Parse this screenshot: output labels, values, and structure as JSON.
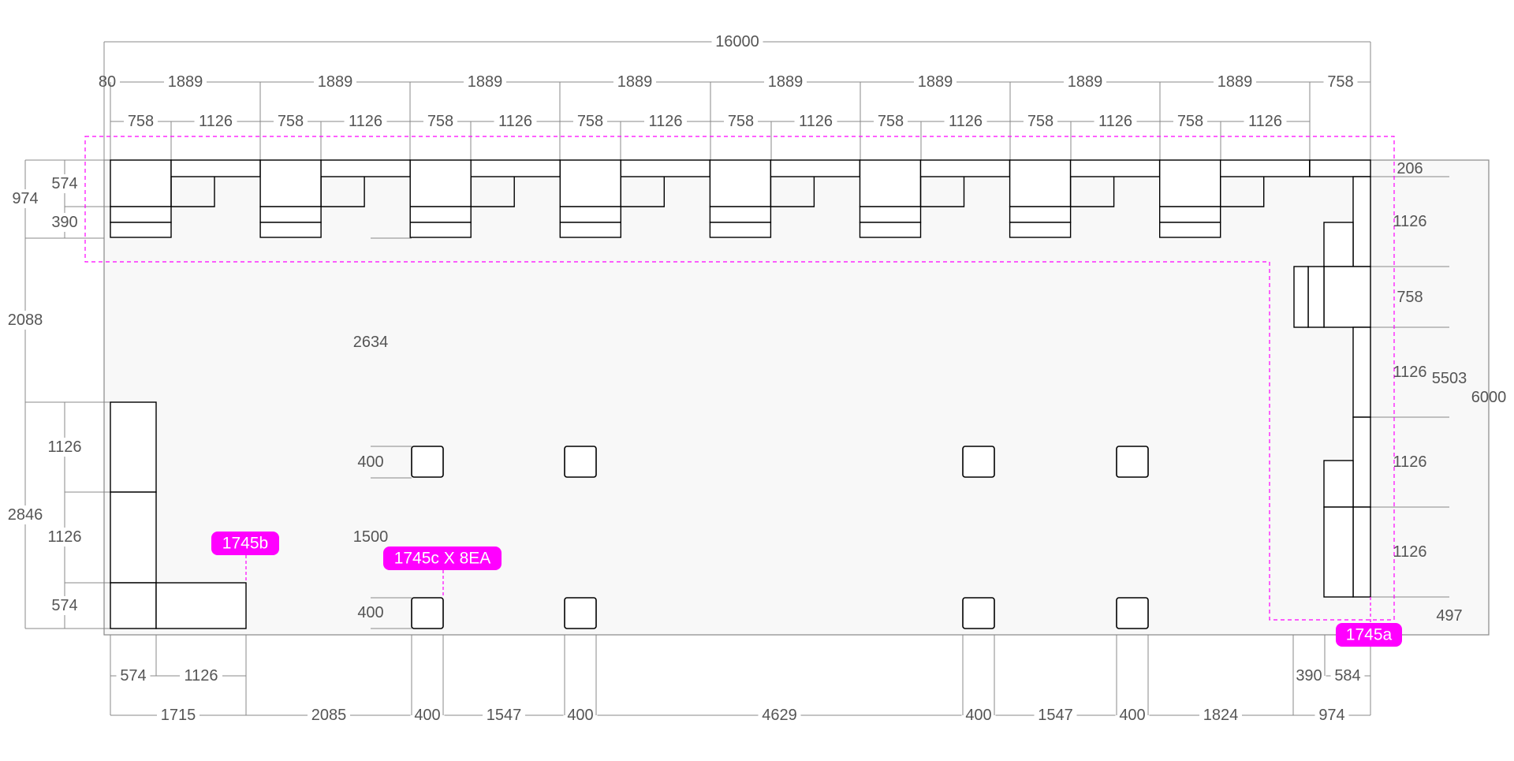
{
  "labels": {
    "overall_width": "16000",
    "overall_height": "6000",
    "height_5503": "5503",
    "tag_a": "1745a",
    "tag_b": "1745b",
    "tag_c": "1745c X 8EA"
  },
  "pitch_row": [
    "80",
    "1889",
    "1889",
    "1889",
    "1889",
    "1889",
    "1889",
    "1889",
    "1889",
    "758"
  ],
  "module_row": [
    "758",
    "1126",
    "758",
    "1126",
    "758",
    "1126",
    "758",
    "1126",
    "758",
    "1126",
    "758",
    "1126",
    "758",
    "1126",
    "758",
    "1126"
  ],
  "bottom_row_1": [
    "574",
    "1126",
    "390",
    "584"
  ],
  "bottom_row_2": [
    "1715",
    "2085",
    "400",
    "1547",
    "400",
    "4629",
    "400",
    "1547",
    "400",
    "1824",
    "974"
  ],
  "left_top": [
    "974",
    "574",
    "390",
    "2088"
  ],
  "left_mid": [
    "2634",
    "400",
    "1500",
    "400"
  ],
  "left_bottom": [
    "2846",
    "1126",
    "1126",
    "574"
  ],
  "right_dims": [
    "206",
    "1126",
    "758",
    "1126",
    "1126",
    "1126",
    "497"
  ],
  "colors": {
    "accent": "#ff00ff",
    "line": "#000000",
    "dim": "#888888",
    "floor": "#f8f8f8"
  }
}
